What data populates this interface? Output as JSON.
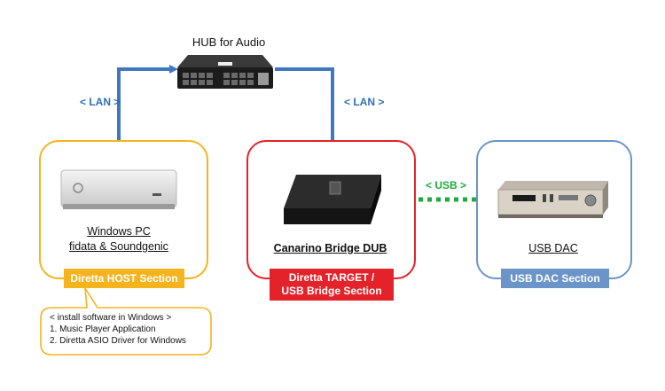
{
  "hub": {
    "title": "HUB for Audio"
  },
  "lan_left": "< LAN >",
  "lan_right": "< LAN >",
  "usb_link": "< USB >",
  "host": {
    "name_line1": "Windows PC",
    "name_line2": "fidata & Soundgenic",
    "section": "Diretta HOST Section"
  },
  "target": {
    "name": "Canarino Bridge DUB",
    "section_line1": "Diretta TARGET /",
    "section_line2": "USB Bridge Section"
  },
  "dac": {
    "name": "USB DAC",
    "section": "USB DAC Section"
  },
  "callout": {
    "title": "< install software in Windows  >",
    "items": [
      "1. Music Player Application",
      "2. Diretta ASIO Driver for Windows"
    ]
  },
  "colors": {
    "host": "#f5b41e",
    "target": "#e4222a",
    "dac": "#6b94c9",
    "lan": "#3f78c2",
    "usb": "#1eaa3c"
  }
}
